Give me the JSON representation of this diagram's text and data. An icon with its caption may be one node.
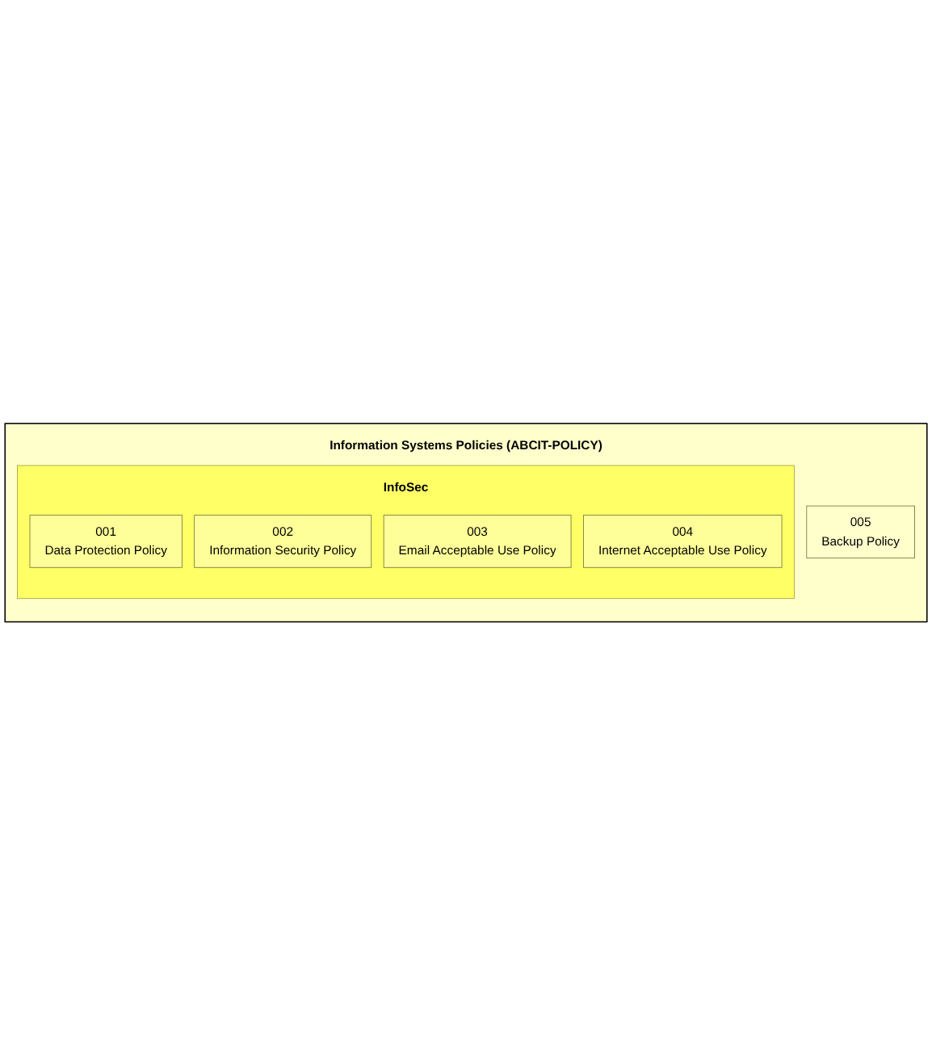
{
  "diagram": {
    "nodes": [
      {
        "text": [
          "Information Systems Policies (ABCIT-POLICY)"
        ]
      },
      {
        "text": [
          "InfoSec"
        ],
        "in": 0
      },
      {
        "text": [
          "001",
          "Data Protection Policy"
        ],
        "in": 1
      },
      {
        "text": [
          "002",
          "Information Security Policy"
        ],
        "in": 1
      },
      {
        "text": [
          "003",
          "Email Acceptable Use Policy"
        ],
        "in": 1
      },
      {
        "text": [
          "004",
          "Internet Acceptable Use Policy"
        ],
        "in": 1
      },
      {
        "text": [
          "005",
          "Backup Policy"
        ],
        "in": 0
      }
    ],
    "edges": []
  }
}
